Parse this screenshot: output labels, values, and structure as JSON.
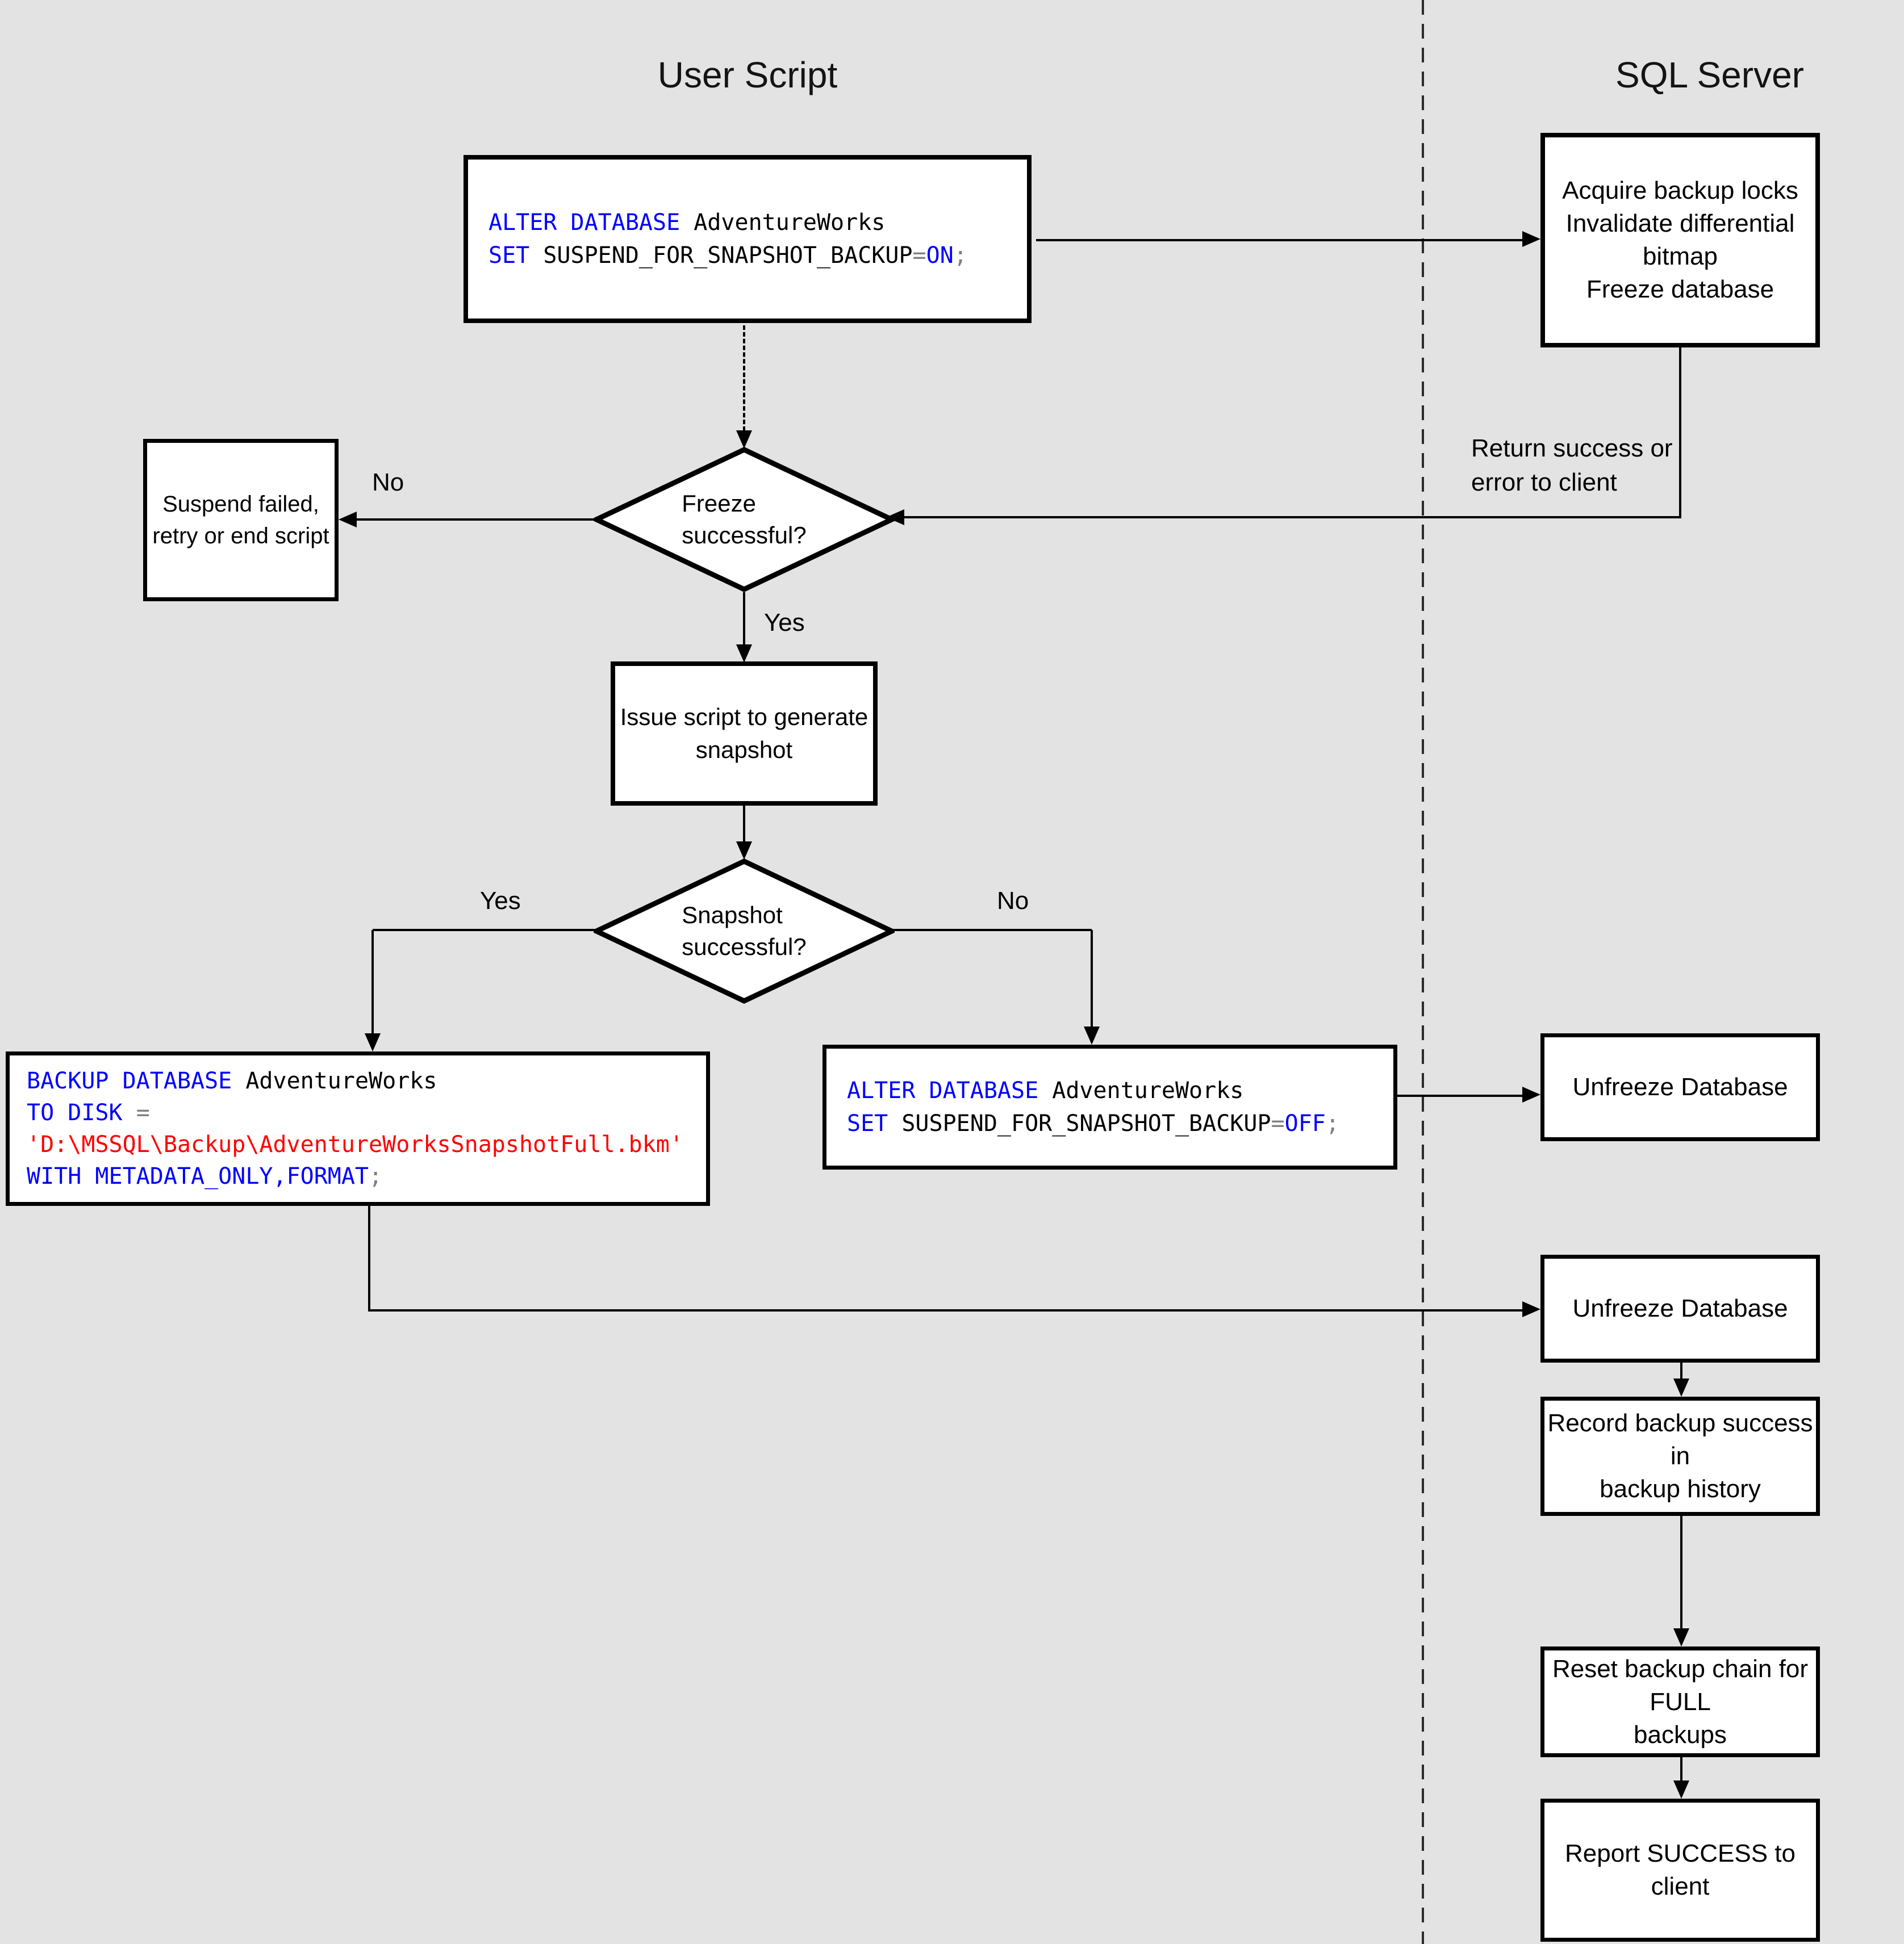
{
  "titles": {
    "user_script": "User Script",
    "sql_server": "SQL Server"
  },
  "colors": {
    "background": "#e3e3e3",
    "node_fill": "#ffffff",
    "line_black": "#000000",
    "sql_keyword_blue": "#0000ff",
    "sql_string_red": "#ff0000",
    "sql_operator_gray": "#808080"
  },
  "nodes": {
    "acquire": "Acquire backup locks\nInvalidate differential bitmap\nFreeze database",
    "suspend_failed": "Suspend failed,\nretry or end script",
    "freeze_decision": "Freeze\nsuccessful?",
    "issue_script": "Issue script to generate\nsnapshot",
    "snapshot_decision": "Snapshot\nsuccessful?",
    "unfreeze_1": "Unfreeze Database",
    "unfreeze_2": "Unfreeze Database",
    "record_history": "Record backup success in\nbackup history",
    "reset_chain": "Reset backup chain for FULL\nbackups",
    "report_success": "Report SUCCESS to client"
  },
  "edge_labels": {
    "freeze_no": "No",
    "freeze_yes": "Yes",
    "snapshot_yes": "Yes",
    "snapshot_no": "No",
    "return_note": "Return success or\nerror to client"
  },
  "code_on": {
    "kw1": "ALTER DATABASE",
    "plain1": " AdventureWorks",
    "kw2": "SET",
    "plain2": " SUSPEND_FOR_SNAPSHOT_BACKUP",
    "op1": "=",
    "kw3": "ON",
    "op2": ";"
  },
  "code_off": {
    "kw1": "ALTER DATABASE",
    "plain1": " AdventureWorks",
    "kw2": "SET",
    "plain2": " SUSPEND_FOR_SNAPSHOT_BACKUP",
    "op1": "=",
    "kw3": "OFF",
    "op2": ";"
  },
  "code_backup": {
    "kw1": "BACKUP DATABASE",
    "plain1": " AdventureWorks",
    "kw2": "TO DISK",
    "op1": " =",
    "str1": "'D:\\MSSQL\\Backup\\AdventureWorksSnapshotFull.bkm'",
    "kw3": "WITH METADATA_ONLY,FORMAT",
    "op2": ";"
  }
}
